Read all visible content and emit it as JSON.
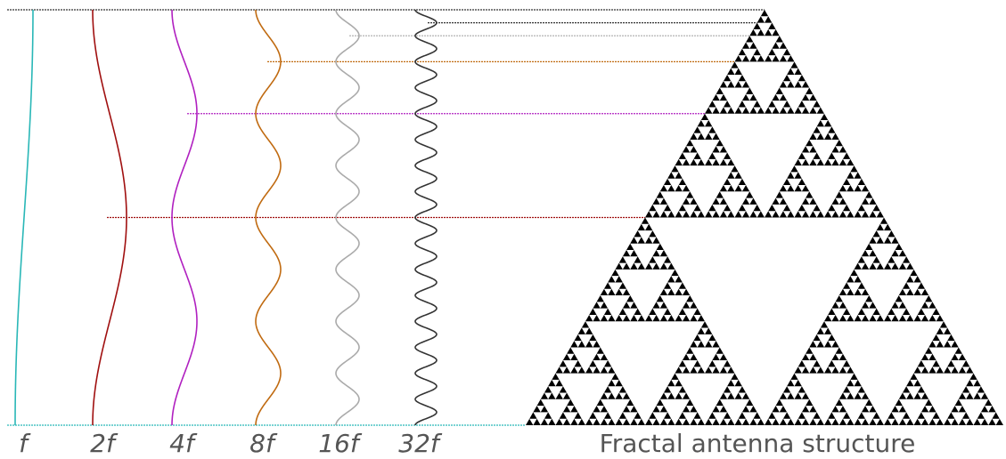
{
  "caption": "Fractal antenna structure",
  "frequency_labels": [
    "f",
    "2f",
    "4f",
    "8f",
    "16f",
    "32f"
  ],
  "waves": [
    {
      "label": "f",
      "color": "#29b7b7",
      "cycles": 0.5
    },
    {
      "label": "2f",
      "color": "#a01010",
      "cycles": 1
    },
    {
      "label": "4f",
      "color": "#b020c0",
      "cycles": 2
    },
    {
      "label": "8f",
      "color": "#c06a10",
      "cycles": 4
    },
    {
      "label": "16f",
      "color": "#aaaaaa",
      "cycles": 8
    },
    {
      "label": "32f",
      "color": "#333333",
      "cycles": 16
    }
  ],
  "connector_colors": {
    "top": "#333333",
    "bottom": "#29b7b7",
    "16f": "#aaaaaa",
    "8f": "#c06a10",
    "4f": "#b020c0",
    "2f": "#a01010"
  },
  "fractal": {
    "type": "sierpinski-triangle",
    "fill": "#000000"
  }
}
